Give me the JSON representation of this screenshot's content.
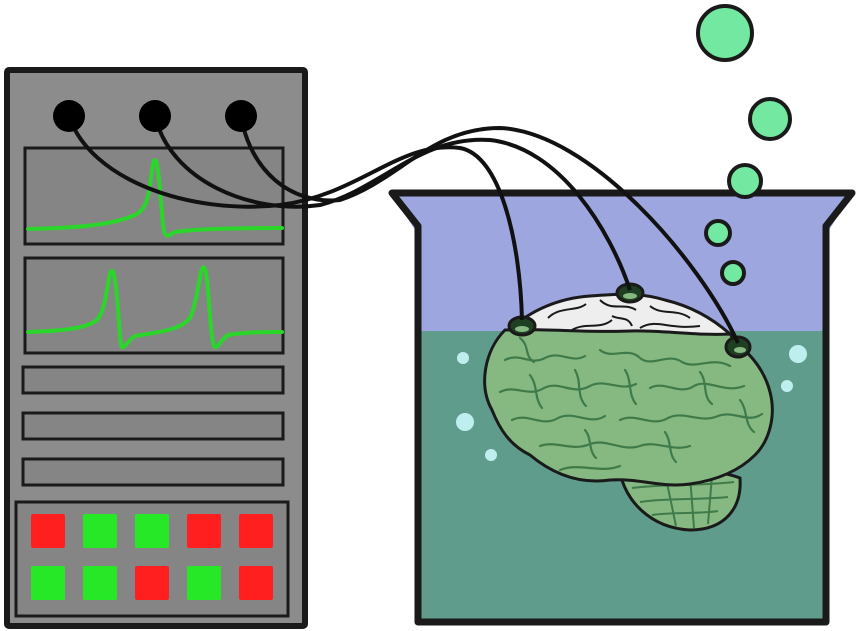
{
  "colors": {
    "outline": "#1a1a1a",
    "device_body": "#8c8c8c",
    "screen": "#858585",
    "trace": "#2bd62b",
    "button_red": "#ff1f1f",
    "button_green": "#27e827",
    "jack": "#000000",
    "cable": "#111111",
    "beaker_air": "#9ea6e0",
    "beaker_fluid": "#5f9c8c",
    "brain_green": "#86b981",
    "brain_green_dark": "#3f7a4a",
    "brain_top": "#eeeeee",
    "bubble_outside": "#73e8a0",
    "bubble_inside": "#bfeeee",
    "electrode": "#1f3f22"
  },
  "device": {
    "icon": "signal-monitor-rack",
    "jack_count": 3,
    "screens": [
      {
        "name": "single-spike-trace",
        "spikes": 1
      },
      {
        "name": "double-spike-trace",
        "spikes": 2
      }
    ],
    "slot_count": 3,
    "buttons": [
      [
        "red",
        "green",
        "green",
        "red",
        "red"
      ],
      [
        "green",
        "green",
        "red",
        "green",
        "red"
      ]
    ]
  },
  "beaker": {
    "icon": "laboratory-beaker",
    "fluid_level": 0.69
  },
  "brain": {
    "icon": "human-brain",
    "electrode_count": 3
  }
}
